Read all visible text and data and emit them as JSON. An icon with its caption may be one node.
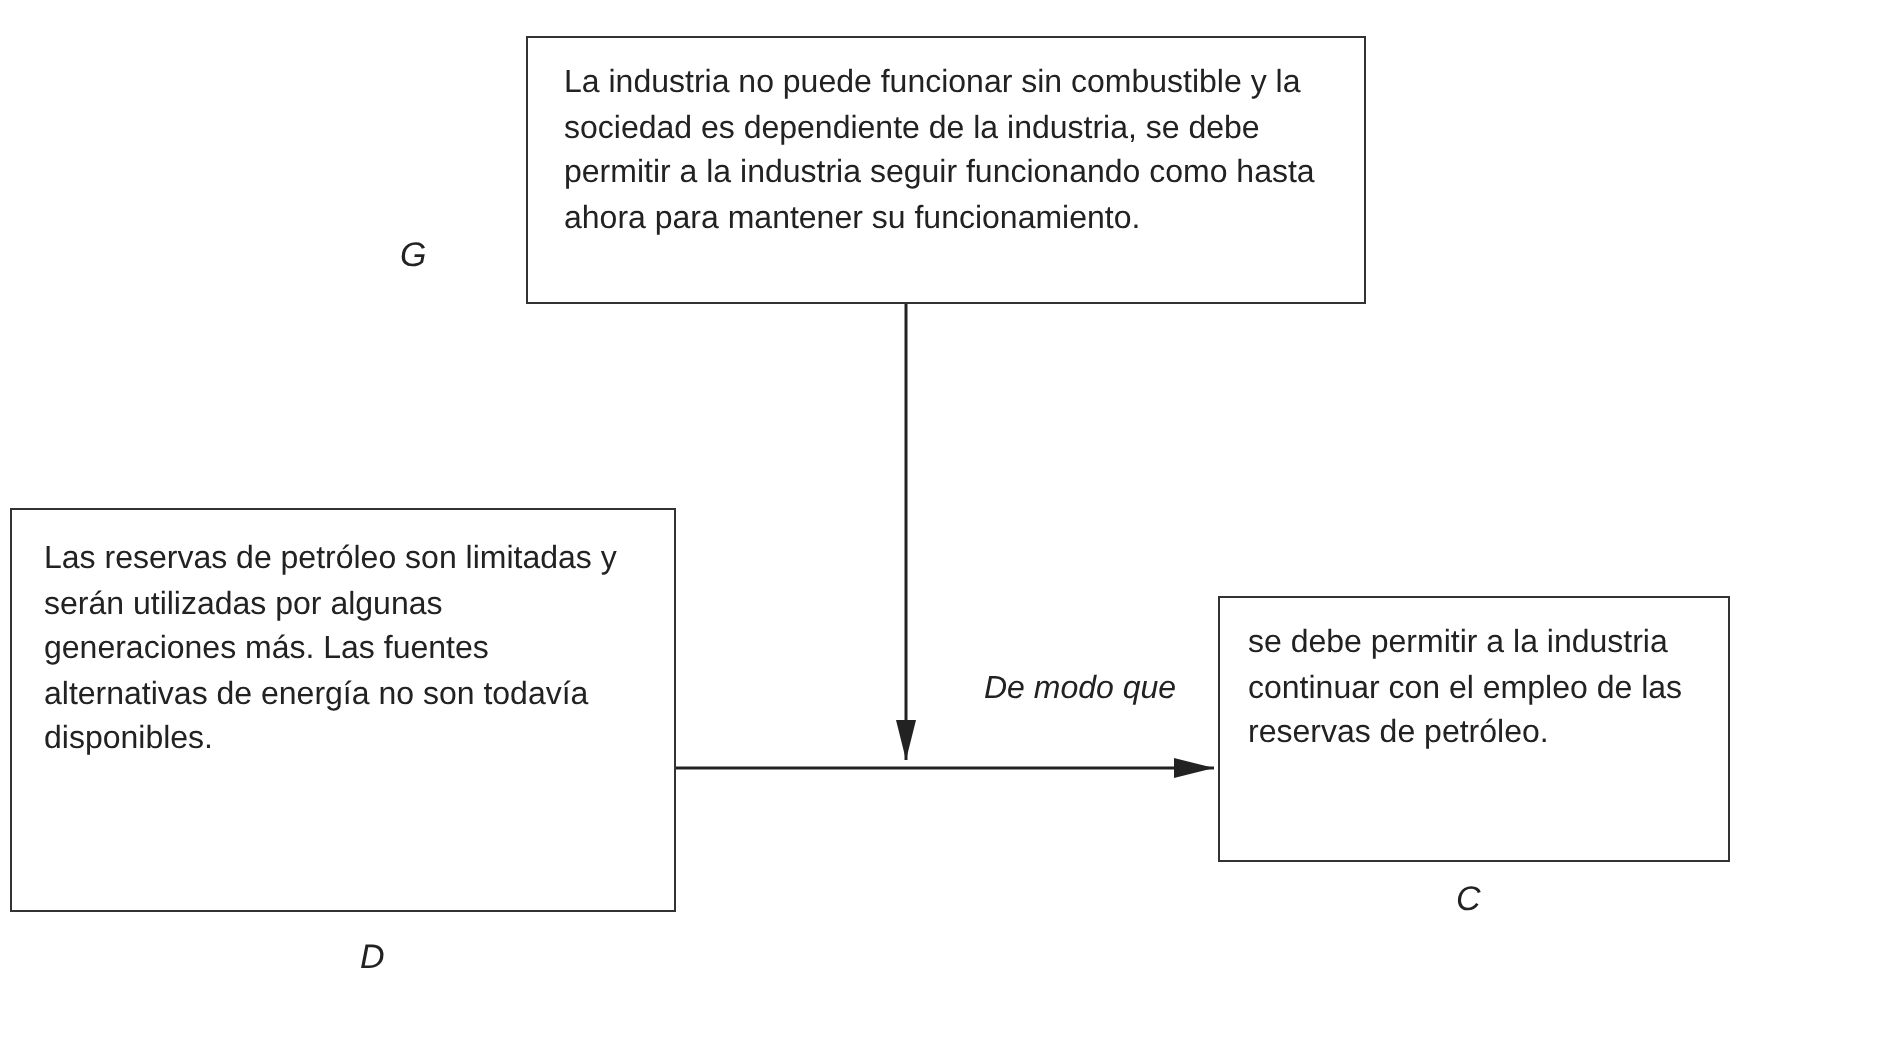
{
  "diagram": {
    "nodes": [
      {
        "text": [
          "La industria no puede funcionar sin combustible y la sociedad es dependiente de la industria, se debe permitir a la industria seguir funcionando como hasta ahora para mantener su funcionamiento."
        ],
        "beside": [
          "G"
        ]
      },
      {
        "text": [
          "Las reservas de petróleo son limitadas y serán utilizadas por algunas generaciones más. Las fuentes alternativas de energía no son todavía disponibles."
        ],
        "beside": [
          "D"
        ]
      },
      {
        "text": [
          "se debe permitir a la industria continuar con el empleo de las reservas de petróleo."
        ],
        "beside": [
          "C"
        ]
      }
    ],
    "edges": [
      {
        "from": 1,
        "to": 2,
        "arrow": "to",
        "label": "De modo que"
      },
      {
        "from": 0,
        "to": null,
        "arrow": "to"
      }
    ]
  }
}
